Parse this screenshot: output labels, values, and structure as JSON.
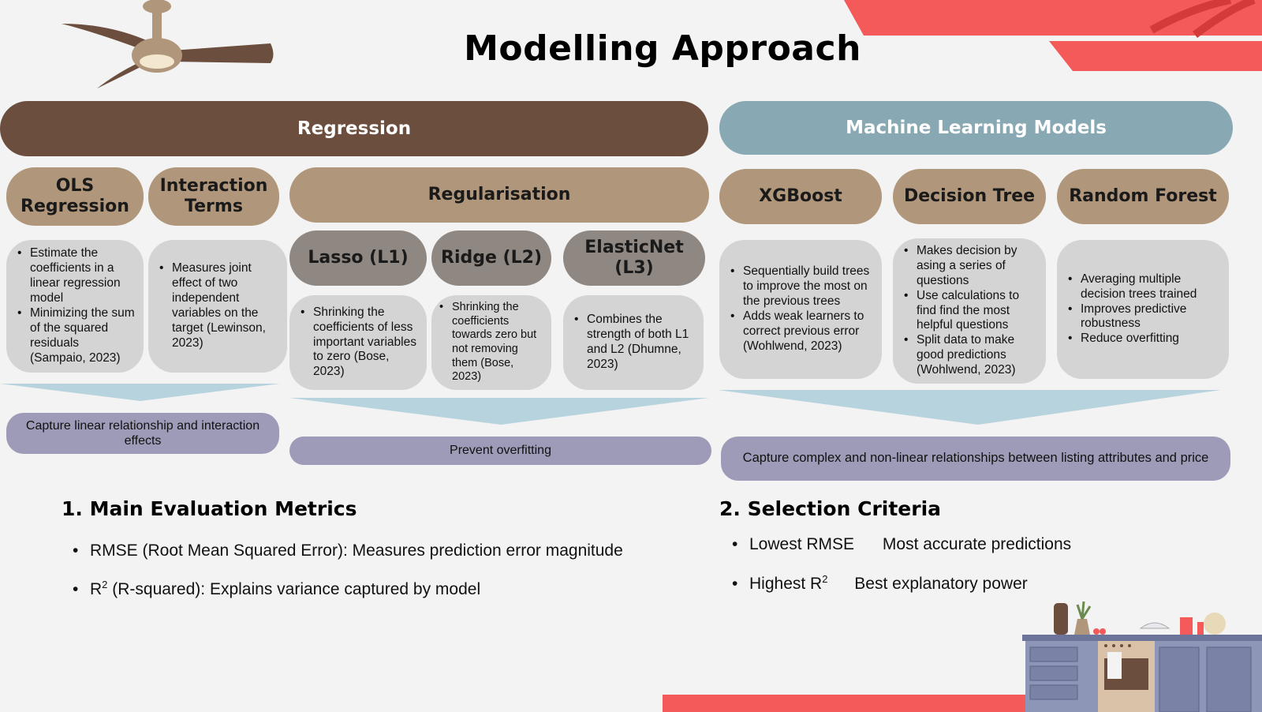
{
  "title": "Modelling Approach",
  "colors": {
    "regression": "#6b4e3e",
    "ml": "#88a8b3",
    "method": "#b0967a",
    "submethod": "#8f8781",
    "card": "#d4d4d4",
    "result": "#9d9bb7",
    "arrow": "#b7d3de",
    "accent": "#f45a5a"
  },
  "regression": {
    "label": "Regression",
    "methods": {
      "ols": {
        "label_line1": "OLS",
        "label_line2": "Regression",
        "bullets": [
          "Estimate the coefficients in a linear regression model",
          "Minimizing the sum of the squared residuals (Sampaio, 2023)"
        ]
      },
      "interaction": {
        "label_line1": "Interaction",
        "label_line2": "Terms",
        "bullets": [
          "Measures joint effect of two independent variables on the target (Lewinson, 2023)"
        ]
      },
      "regularisation": {
        "label": "Regularisation",
        "sub": {
          "lasso": {
            "label": "Lasso (L1)",
            "bullets": [
              "Shrinking the coefficients of less important variables to zero (Bose, 2023)"
            ]
          },
          "ridge": {
            "label": "Ridge (L2)",
            "bullets": [
              "Shrinking the coefficients towards zero but not removing them (Bose, 2023)"
            ]
          },
          "elastic": {
            "label": "ElasticNet (L3)",
            "bullets": [
              "Combines the strength of both L1 and L2 (Dhumne, 2023)"
            ]
          }
        }
      }
    },
    "result_linear": "Capture linear relationship and interaction effects",
    "result_reg": "Prevent overfitting"
  },
  "ml": {
    "label": "Machine Learning Models",
    "methods": {
      "xgb": {
        "label": "XGBoost",
        "bullets": [
          "Sequentially build trees to improve the most on the previous trees",
          "Adds weak learners to correct previous error (Wohlwend, 2023)"
        ]
      },
      "dt": {
        "label": "Decision Tree",
        "bullets": [
          "Makes decision by asing a series of questions",
          "Use calculations to find find the most helpful questions",
          "Split data to make good predictions (Wohlwend, 2023)"
        ]
      },
      "rf": {
        "label": "Random Forest",
        "bullets": [
          "Averaging multiple decision trees trained",
          "Improves predictive robustness",
          "Reduce overfitting"
        ]
      }
    },
    "result": "Capture complex and non-linear relationships between listing attributes and price"
  },
  "metrics": {
    "heading": "1. Main Evaluation Metrics",
    "items": [
      {
        "text_a": "RMSE (Root Mean Squared Error): Measures prediction error magnitude"
      },
      {
        "r": "R",
        "sup": "2",
        "text_b": " (R-squared): Explains variance captured by model"
      }
    ]
  },
  "criteria": {
    "heading": "2. Selection Criteria",
    "items": [
      {
        "crit": "Lowest RMSE",
        "outcome": "Most accurate predictions"
      },
      {
        "crit_r": "Highest R",
        "sup": "2",
        "outcome": "Best explanatory power"
      }
    ]
  },
  "icons": [
    "ceiling-fan-icon",
    "kitchen-illustration-icon",
    "decorative-stripes-icon"
  ]
}
